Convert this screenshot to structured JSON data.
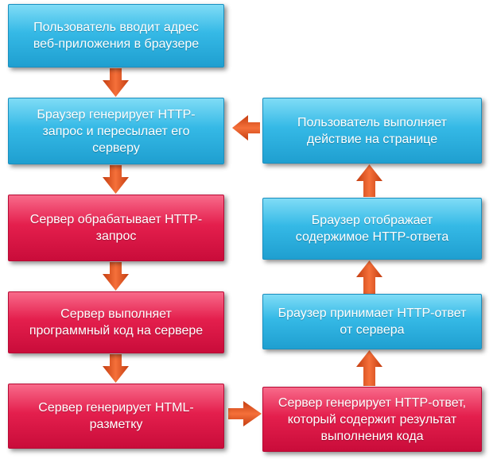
{
  "colors": {
    "blue_box": "#2fb5e3",
    "red_box": "#e31c4b",
    "arrow": "#e9541e",
    "text": "#ffffff"
  },
  "boxes": {
    "b1": "Пользователь вводит адрес\nвеб-приложения в браузере",
    "b2": "Браузер генерирует HTTP-\nзапрос и пересылает его\nсерверу",
    "b3": "Сервер обрабатывает HTTP-\nзапрос",
    "b4": "Сервер выполняет\nпрограммный код на сервере",
    "b5": "Сервер генерирует HTML-\nразметку",
    "b6": "Сервер генерирует HTTP-ответ,\nкоторый содержит результат\nвыполнения кода",
    "b7": "Браузер принимает HTTP-ответ\nот сервера",
    "b8": "Браузер отображает\nсодержимое HTTP-ответа",
    "b9": "Пользователь выполняет\nдействие на странице"
  }
}
